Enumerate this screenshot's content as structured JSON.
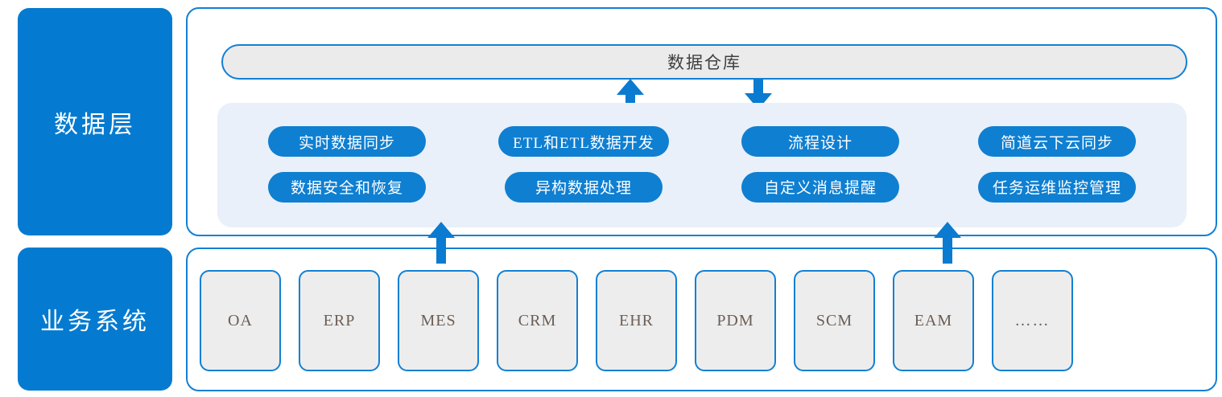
{
  "layers": [
    {
      "id": "data-layer",
      "label": "数据层"
    },
    {
      "id": "business-layer",
      "label": "业务系统"
    }
  ],
  "data_layer": {
    "warehouse": {
      "label": "数据仓库"
    },
    "capabilities": [
      {
        "label": "实时数据同步"
      },
      {
        "label": "ETL和ETL数据开发"
      },
      {
        "label": "流程设计"
      },
      {
        "label": "简道云下云同步"
      },
      {
        "label": "数据安全和恢复"
      },
      {
        "label": "异构数据处理"
      },
      {
        "label": "自定义消息提醒"
      },
      {
        "label": "任务运维监控管理"
      }
    ]
  },
  "business_systems": [
    {
      "label": "OA"
    },
    {
      "label": "ERP"
    },
    {
      "label": "MES"
    },
    {
      "label": "CRM"
    },
    {
      "label": "EHR"
    },
    {
      "label": "PDM"
    },
    {
      "label": "SCM"
    },
    {
      "label": "EAM"
    },
    {
      "label": "……"
    }
  ],
  "arrows": [
    {
      "id": "warehouse-in",
      "direction": "up"
    },
    {
      "id": "warehouse-out",
      "direction": "down"
    },
    {
      "id": "ingest-left",
      "direction": "up"
    },
    {
      "id": "ingest-right",
      "direction": "up"
    }
  ],
  "colors": {
    "brand_blue": "#047BD0",
    "border_blue": "#1180D4",
    "pill_blue": "#0F7FD1",
    "panel_light_blue": "#E9F0F9",
    "bar_gray": "#EBEBEB",
    "box_gray": "#EDEDED",
    "box_text": "#6B5E55",
    "bar_text": "#3F3F3F"
  }
}
